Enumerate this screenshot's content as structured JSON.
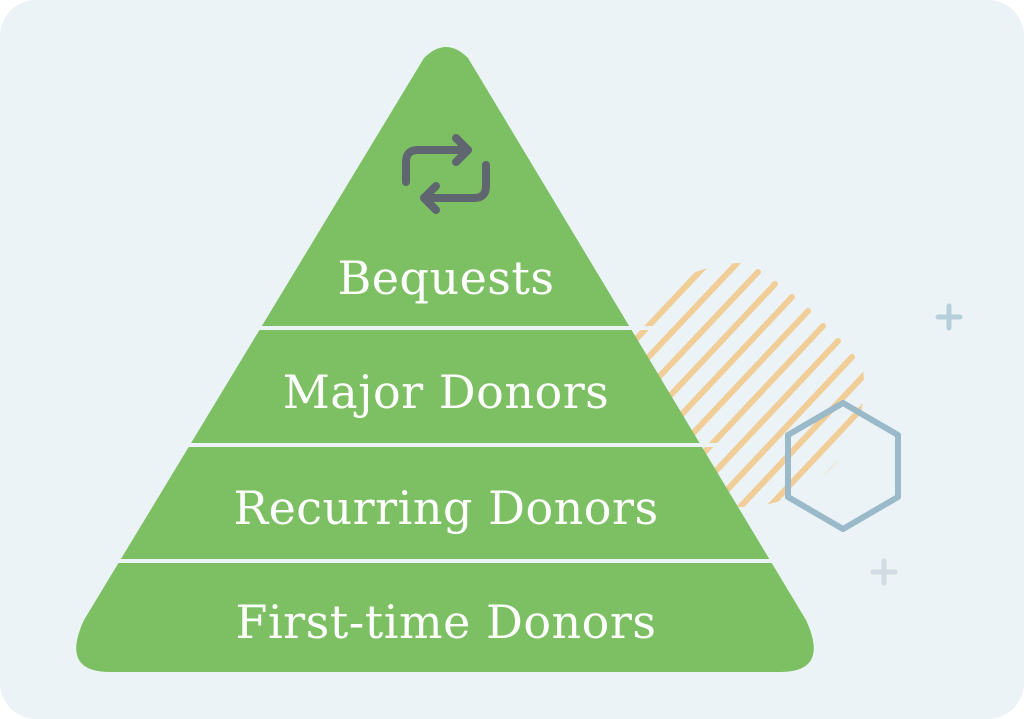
{
  "colors": {
    "background": "#ebf3f6",
    "pyramid_fill": "#7dc063",
    "divider": "#ebf3f6",
    "icon": "#5f6670",
    "stripes": "#f2c98e",
    "hexagon": "#9ab9c9",
    "plus_blue": "#b7cfdb",
    "plus_gray": "#d2dbe1",
    "label_text": "#ffffff"
  },
  "pyramid": {
    "top_icon": "repeat-icon",
    "tiers": [
      {
        "label": "Bequests"
      },
      {
        "label": "Major Donors"
      },
      {
        "label": "Recurring Donors"
      },
      {
        "label": "First-time Donors"
      }
    ]
  },
  "decorations": [
    "diagonal-stripes-circle",
    "hexagon-outline",
    "plus-sign",
    "plus-sign"
  ]
}
